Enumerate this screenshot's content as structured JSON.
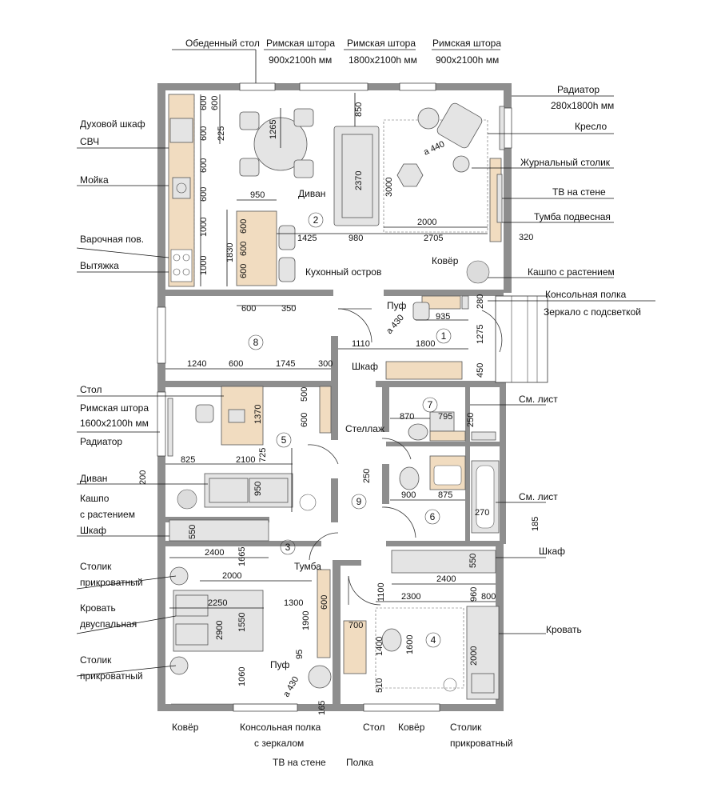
{
  "labels": {
    "dining_table": "Обеденный стол",
    "roman_blind_1": "Римская штора",
    "roman_blind_1_size": "900x2100h мм",
    "roman_blind_2": "Римская штора",
    "roman_blind_2_size": "1800x2100h мм",
    "roman_blind_3": "Римская штора",
    "roman_blind_3_size": "900x2100h мм",
    "radiator_top": "Радиатор",
    "radiator_top_size": "280x1800h мм",
    "armchair": "Кресло",
    "coffee_table": "Журнальный столик",
    "tv_wall": "ТВ на стене",
    "hanging_cabinet": "Тумба подвесная",
    "planter_plant_1": "Кашпо с растением",
    "console_shelf": "Консольная полка",
    "mirror_light": "Зеркало с подсветкой",
    "oven": "Духовой шкаф",
    "microwave": "СВЧ",
    "sink": "Мойка",
    "cooktop": "Варочная пов.",
    "hood": "Вытяжка",
    "sofa_living": "Диван",
    "kitchen_island": "Кухонный остров",
    "rug_living": "Ковёр",
    "pouf_hall": "Пуф",
    "wardrobe_hall": "Шкаф",
    "desk": "Стол",
    "roman_blind_4": "Римская штора",
    "roman_blind_4_size": "1600x2100h мм",
    "radiator_left": "Радиатор",
    "sofa_room": "Диван",
    "planter_plant_2a": "Кашпо",
    "planter_plant_2b": "с растением",
    "wardrobe_left": "Шкаф",
    "shelving": "Стеллаж",
    "mixer_1": "См. лист",
    "mixer_2": "См. лист",
    "wardrobe_right": "Шкаф",
    "bedside_1a": "Столик",
    "bedside_1b": "прикроватный",
    "double_bed_a": "Кровать",
    "double_bed_b": "двуспальная",
    "bedside_2a": "Столик",
    "bedside_2b": "прикроватный",
    "nightstand": "Тумба",
    "pouf_bed": "Пуф",
    "bed_right": "Кровать",
    "rug_bed": "Ковёр",
    "console_mirror_a": "Консольная полка",
    "console_mirror_b": "с зеркалом",
    "tv_wall_2": "ТВ на стене",
    "shelf": "Полка",
    "desk_2": "Стол",
    "rug_bed_2": "Ковёр",
    "bedside_3a": "Столик",
    "bedside_3b": "прикроватный"
  },
  "rooms": [
    "1",
    "2",
    "3",
    "4",
    "5",
    "6",
    "7",
    "8",
    "9"
  ],
  "dimensions": {
    "k600a": "600",
    "k600b": "600",
    "k600c": "600",
    "k600d": "600",
    "k600e": "600",
    "k1000a": "1000",
    "k1000b": "1000",
    "k1830": "1830",
    "k950": "950",
    "k600f": "600",
    "k600g": "600",
    "k600h": "600",
    "k350": "350",
    "k1425": "1425",
    "k980": "980",
    "k1265": "1265",
    "k225": "225",
    "k2370": "2370",
    "k850": "850",
    "k3000": "3000",
    "k2000": "2000",
    "k2705": "2705",
    "k320": "320",
    "a440": "a 440",
    "k935": "935",
    "k280": "280",
    "k1275": "1275",
    "k450": "450",
    "k1110": "1110",
    "k1800": "1800",
    "a430": "a 430",
    "k1240": "1240",
    "k600i": "600",
    "k1745": "1745",
    "k300": "300",
    "k500": "500",
    "k600j": "600",
    "k1370": "1370",
    "k725": "725",
    "k825": "825",
    "k2100": "2100",
    "k200": "200",
    "k950b": "950",
    "k550": "550",
    "k2400": "2400",
    "k1665": "1665",
    "k870": "870",
    "k795": "795",
    "k250": "250",
    "k250b": "250",
    "k900": "900",
    "k875": "875",
    "k270": "270",
    "k185": "185",
    "k550b": "550",
    "k2400b": "2400",
    "k2000b": "2000",
    "k2250": "2250",
    "k2900": "2900",
    "k1550": "1550",
    "k1300": "1300",
    "k1900": "1900",
    "k1060": "1060",
    "k95": "95",
    "k600k": "600",
    "a430b": "a 430",
    "k165": "165",
    "k1100": "1100",
    "k2300": "2300",
    "k960": "960",
    "k800": "800",
    "k700": "700",
    "k1400": "1400",
    "k1600": "1600",
    "k2000c": "2000",
    "k510": "510",
    "k600l": "600"
  },
  "colors": {
    "wall": "#8e8e8e",
    "wood": "#f1dcc0",
    "furniture": "#e4e4e4"
  }
}
